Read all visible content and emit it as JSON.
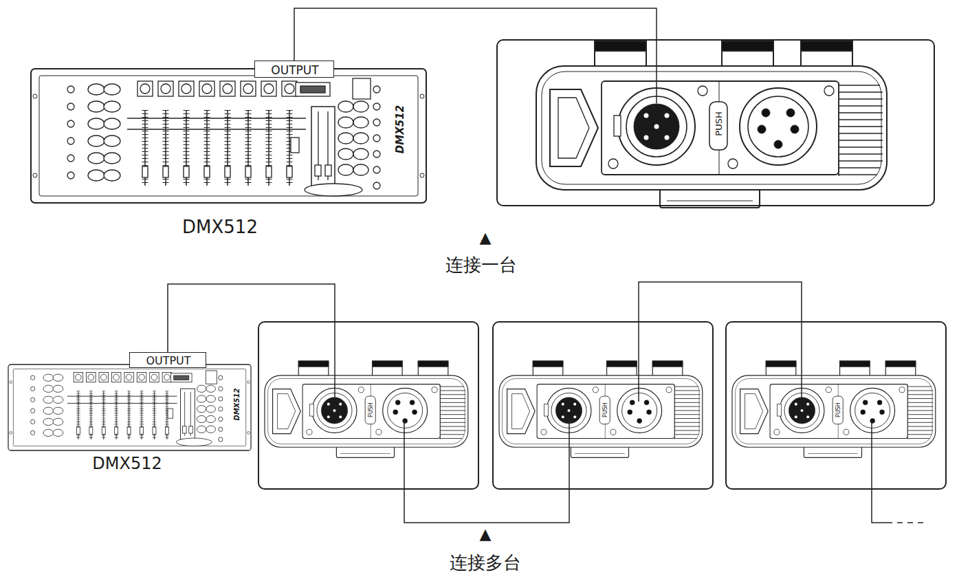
{
  "diagram": {
    "nodes": [
      {
        "text": [
          "DMX512",
          "DMX512"
        ]
      },
      {
        "text": [
          "OUTPUT"
        ],
        "in": 0
      },
      {
        "text": [
          "PUSH"
        ]
      },
      {
        "text": [
          "DMX512",
          "DMX512"
        ]
      },
      {
        "text": [
          "OUTPUT"
        ],
        "in": 3
      },
      {
        "text": [
          "PUSH"
        ]
      },
      {
        "text": [
          "PUSH"
        ]
      },
      {
        "text": [
          "PUSH"
        ]
      }
    ],
    "edges": [
      {
        "from": 1,
        "to": 2,
        "arrow": "none"
      },
      {
        "from": 4,
        "to": 5,
        "arrow": "none"
      },
      {
        "from": 5,
        "to": 6,
        "arrow": "none"
      },
      {
        "from": 6,
        "to": 7,
        "arrow": "none"
      }
    ],
    "labels": [
      "▲",
      "连接一台",
      "▲",
      "连接多台"
    ]
  }
}
